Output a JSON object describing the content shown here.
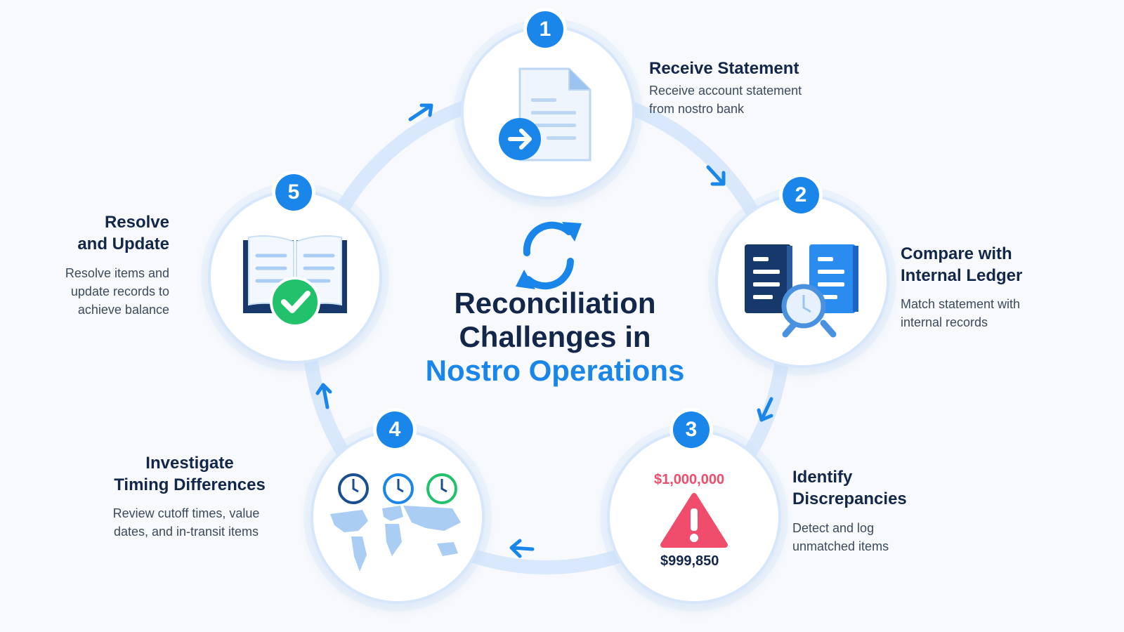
{
  "title": {
    "line1": "Reconciliation",
    "line2": "Challenges in",
    "line3": "Nostro Operations"
  },
  "steps": [
    {
      "number": "1",
      "title": "Receive Statement",
      "description": "Receive account statement\nfrom nostro bank",
      "icon": "document-arrow-icon"
    },
    {
      "number": "2",
      "title": "Compare with\nInternal Ledger",
      "description": "Match statement with\ninternal records",
      "icon": "ledger-compare-icon"
    },
    {
      "number": "3",
      "title": "Identify\nDiscrepancies",
      "description": "Detect and log\nunmatched items",
      "icon": "warning-icon",
      "amount_top": "$1,000,000",
      "amount_bottom": "$999,850"
    },
    {
      "number": "4",
      "title": "Investigate\nTiming Differences",
      "description": "Review cutoff times, value\ndates, and in-transit items",
      "icon": "clocks-world-map-icon"
    },
    {
      "number": "5",
      "title": "Resolve\nand Update",
      "description": "Resolve items and\nupdate records to\nachieve balance",
      "icon": "book-check-icon"
    }
  ],
  "colors": {
    "primary": "#1a86ea",
    "navy": "#12274a",
    "ring": "#d6e7fb",
    "alert": "#ef4d6b",
    "success": "#22c16b"
  }
}
